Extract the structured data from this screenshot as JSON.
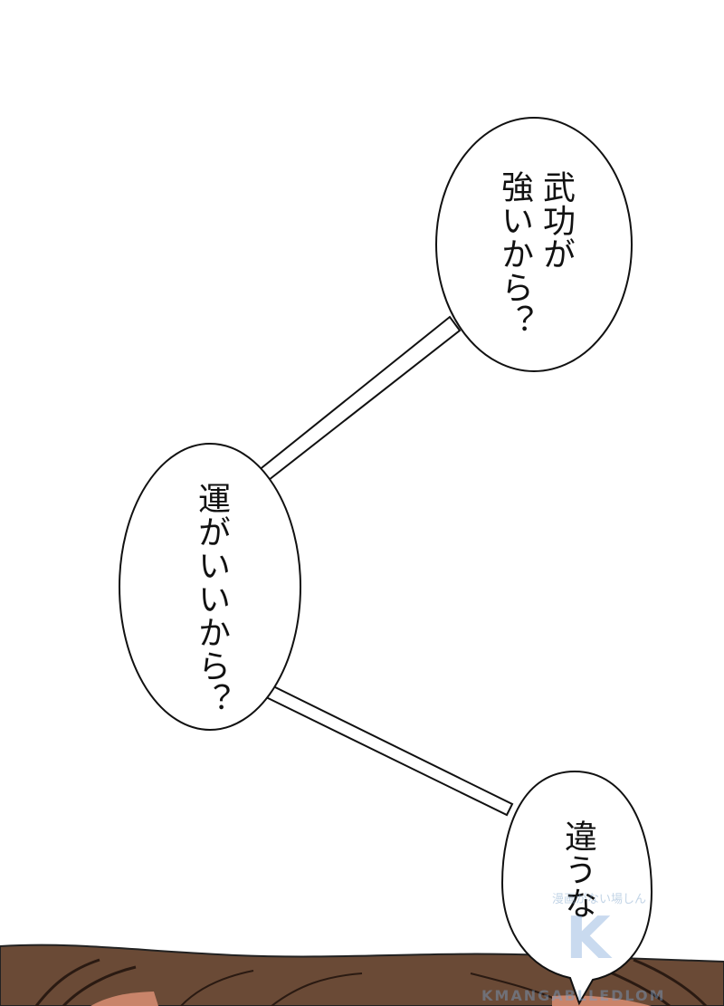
{
  "bubbles": [
    {
      "id": "top",
      "text": "武功が\n強いから？"
    },
    {
      "id": "middle",
      "text": "運がいいから？"
    },
    {
      "id": "bottom",
      "text": "違うな"
    }
  ],
  "watermark": {
    "top_text": "漫画がない場しん",
    "bottom_text": "KMANGABLLEDLOM"
  },
  "colors": {
    "background": "#ffffff",
    "bubble_fill": "#ffffff",
    "bubble_stroke": "#111111",
    "hair": "#6a4a36",
    "skin": "#c9846a"
  }
}
